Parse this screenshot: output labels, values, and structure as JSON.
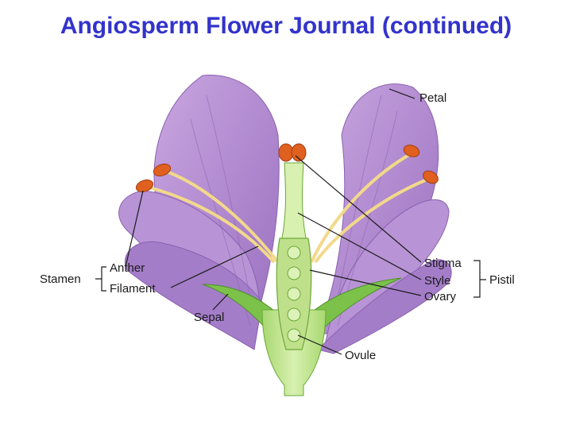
{
  "title": "Angiosperm Flower Journal (continued)",
  "labels": {
    "petal": "Petal",
    "stigma": "Stigma",
    "style": "Style",
    "ovary": "Ovary",
    "pistil": "Pistil",
    "stamen": "Stamen",
    "anther": "Anther",
    "filament": "Filament",
    "sepal": "Sepal",
    "ovule": "Ovule"
  },
  "colors": {
    "title": "#3333cc",
    "petal": "#b08ad0",
    "stem": "#bfe08a",
    "anther": "#e06020",
    "filament": "#f2d98a",
    "sepal": "#7cc24a"
  }
}
